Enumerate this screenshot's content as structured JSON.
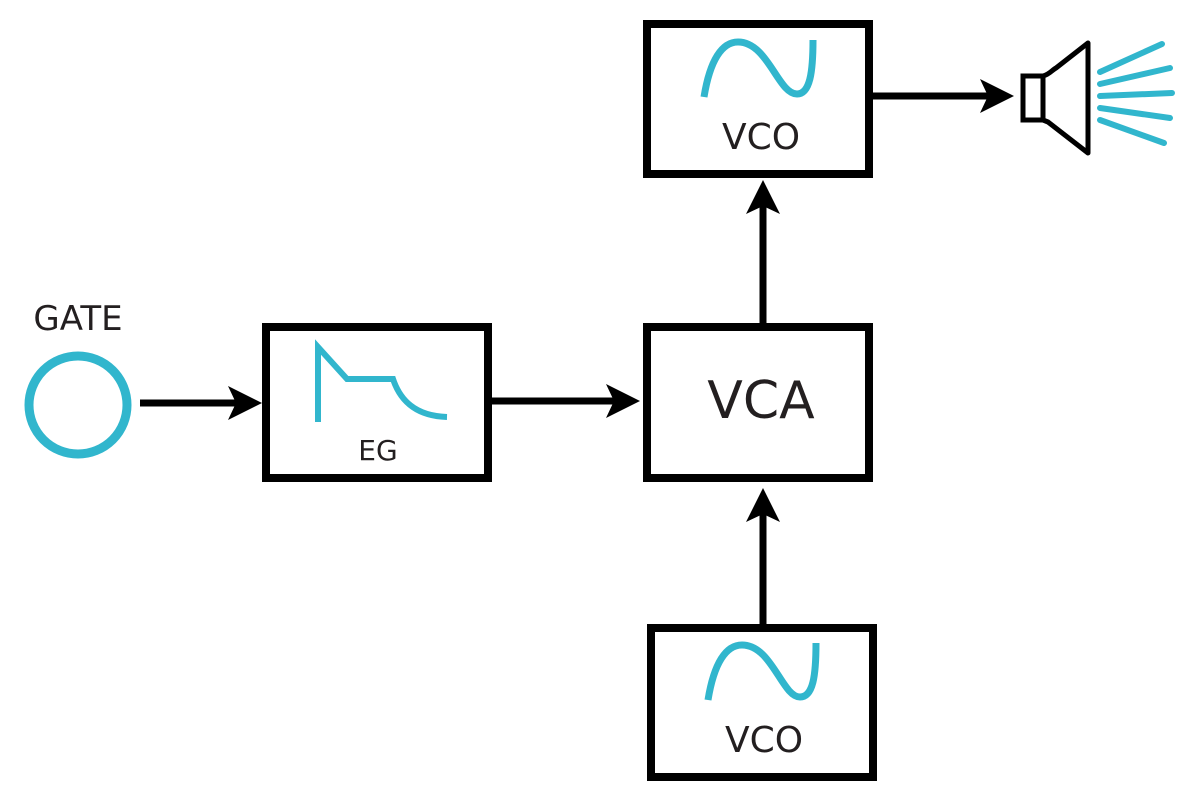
{
  "diagram": {
    "title": "Synthesizer signal flow",
    "colors": {
      "accent": "#31b6cd",
      "line": "#000000",
      "text": "#231f20",
      "background": "#ffffff"
    },
    "nodes": {
      "gate": {
        "label": "GATE",
        "icon": "circle-jack-icon"
      },
      "eg": {
        "label": "EG",
        "icon": "envelope-curve-icon"
      },
      "vca": {
        "label": "VCA"
      },
      "vco_top": {
        "label": "VCO",
        "icon": "sine-wave-icon"
      },
      "vco_bottom": {
        "label": "VCO",
        "icon": "sine-wave-icon"
      },
      "speaker": {
        "icon": "speaker-icon"
      }
    },
    "edges": [
      {
        "from": "GATE",
        "to": "EG"
      },
      {
        "from": "EG",
        "to": "VCA"
      },
      {
        "from": "VCO (bottom)",
        "to": "VCA"
      },
      {
        "from": "VCA",
        "to": "VCO (top)"
      },
      {
        "from": "VCO (top)",
        "to": "Speaker"
      }
    ]
  }
}
